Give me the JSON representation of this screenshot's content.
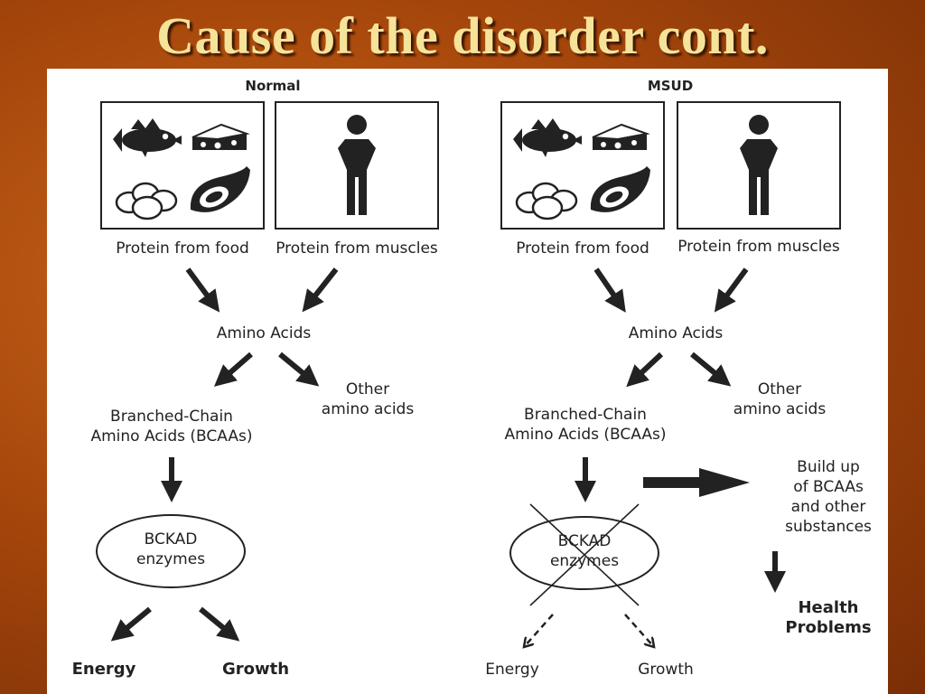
{
  "slide_title": "Cause of the disorder cont.",
  "normal": {
    "header": "Normal",
    "food_label": "Protein from food",
    "muscle_label": "Protein from muscles",
    "amino_acids": "Amino Acids",
    "bcaa_line1": "Branched-Chain",
    "bcaa_line2": "Amino Acids (BCAAs)",
    "other_line1": "Other",
    "other_line2": "amino acids",
    "enzyme_line1": "BCKAD",
    "enzyme_line2": "enzymes",
    "energy": "Energy",
    "growth": "Growth"
  },
  "msud": {
    "header": "MSUD",
    "food_label": "Protein from food",
    "muscle_label": "Protein from muscles",
    "amino_acids": "Amino Acids",
    "bcaa_line1": "Branched-Chain",
    "bcaa_line2": "Amino Acids (BCAAs)",
    "other_line1": "Other",
    "other_line2": "amino acids",
    "enzyme_line1": "BCKAD",
    "enzyme_line2": "enzymes",
    "buildup_line1": "Build up",
    "buildup_line2": "of BCAAs",
    "buildup_line3": "and other",
    "buildup_line4": "substances",
    "health_line1": "Health",
    "health_line2": "Problems",
    "energy": "Energy",
    "growth": "Growth"
  },
  "icons": [
    "fish-icon",
    "cheese-icon",
    "eggs-icon",
    "meat-icon",
    "person-icon"
  ],
  "colors": {
    "title": "#f6e39a",
    "ink": "#222222",
    "background": "#a8480c"
  }
}
